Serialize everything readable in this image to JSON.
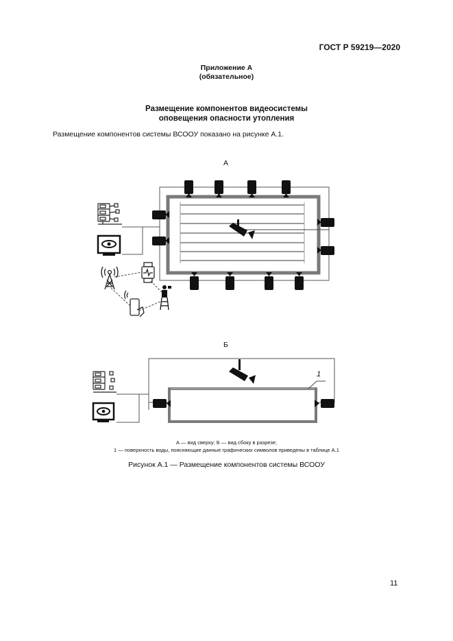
{
  "header": {
    "standard": "ГОСТ Р 59219—2020"
  },
  "appendix": {
    "title": "Приложение А",
    "status": "(обязательное)"
  },
  "section": {
    "title_line1": "Размещение компонентов видеосистемы",
    "title_line2": "оповещения опасности утопления"
  },
  "body": {
    "paragraph": "Размещение компонентов системы ВСООУ показано на рисунке А.1."
  },
  "figure": {
    "view_a_label": "А",
    "view_b_label": "Б",
    "callout_1": "1",
    "legend_line1": "А — вид сверху; Б — вид сбоку в разрезе;",
    "legend_line2": "1 — поверхность воды, поясняющие данные графических символов приведены в таблице А.1",
    "caption": "Рисунок А.1 — Размещение компонентов системы ВСООУ",
    "icons": [
      "server-icon",
      "monitor-eye-icon",
      "radio-tower-icon",
      "smartwatch-icon",
      "smartphone-icon",
      "lifeguard-icon",
      "cctv-camera-icon",
      "underwater-camera-icon"
    ]
  },
  "footer": {
    "page_number": "11"
  }
}
